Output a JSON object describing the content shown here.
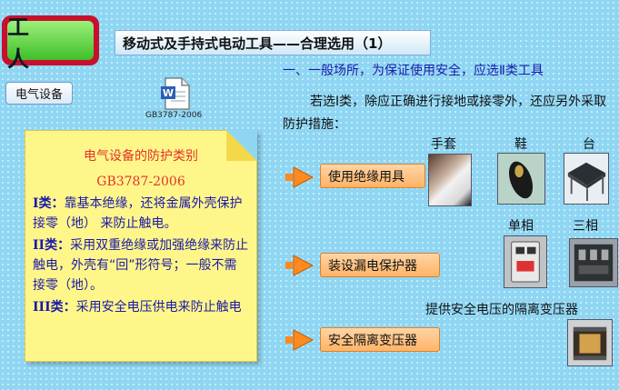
{
  "badge": {
    "label": "工 人"
  },
  "title": "移动式及手持式电动工具——合理选用（1）",
  "category_button": "电气设备",
  "document": {
    "name": "GB3787-2006"
  },
  "note": {
    "title": "电气设备的防护类别",
    "standard": "GB3787-2006",
    "class1_tag": "I类：",
    "class1_text": "靠基本绝缘，还将金属外壳保护接零（地） 来防止触电。",
    "class2_tag": "II类：",
    "class2_text": "采用双重绝缘或加强绝缘来防止触电，外壳有“回”形符号；一般不需接零（地）。",
    "class3_tag": "III类：",
    "class3_text": "采用安全电压供电来防止触电"
  },
  "section": {
    "heading": "一、一般场所，为保证使用安全，应选Ⅱ类工具",
    "paragraph": "若选Ⅰ类，除应正确进行接地或接零外，还应另外采取防护措施："
  },
  "labels": {
    "gloves": "手套",
    "shoes": "鞋",
    "stand": "台",
    "single_phase": "单相",
    "three_phase": "三相",
    "transformer_caption": "提供安全电压的隔离变压器"
  },
  "actions": [
    "使用绝缘用具",
    "装设漏电保护器",
    "安全隔离变压器"
  ]
}
